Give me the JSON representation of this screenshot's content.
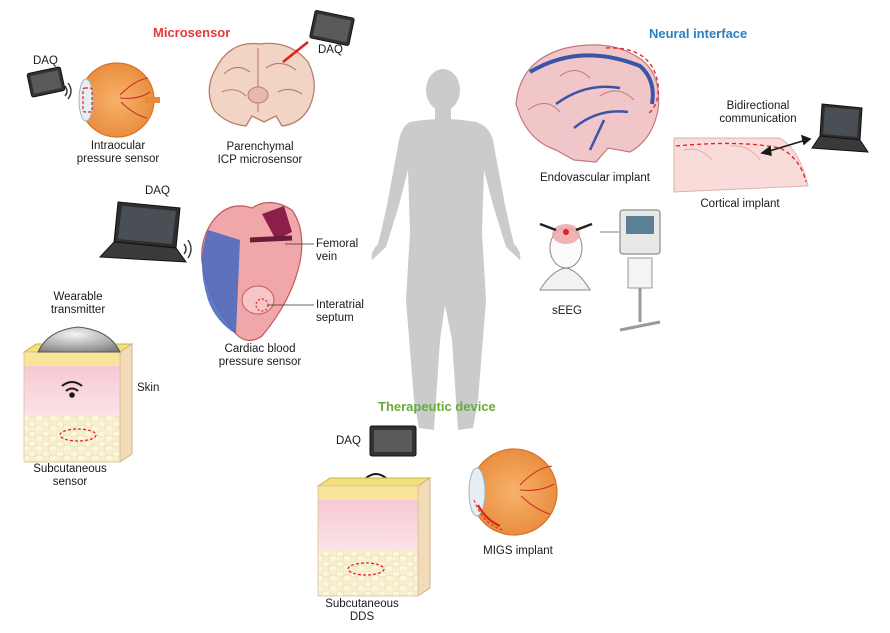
{
  "headings": {
    "microsensor": "Microsensor",
    "neural_interface": "Neural interface",
    "therapeutic_device": "Therapeutic device"
  },
  "labels": {
    "daq_eye": "DAQ",
    "daq_brain": "DAQ",
    "daq_heart": "DAQ",
    "daq_dds": "DAQ",
    "intraocular_1": "Intraocular",
    "intraocular_2": "pressure sensor",
    "parenchymal_1": "Parenchymal",
    "parenchymal_2": "ICP microsensor",
    "femoral_1": "Femoral",
    "femoral_2": "vein",
    "interatrial_1": "Interatrial",
    "interatrial_2": "septum",
    "cardiac_1": "Cardiac blood",
    "cardiac_2": "pressure sensor",
    "wearable_1": "Wearable",
    "wearable_2": "transmitter",
    "skin": "Skin",
    "subcut_sensor_1": "Subcutaneous",
    "subcut_sensor_2": "sensor",
    "endovascular": "Endovascular implant",
    "bidirectional_1": "Bidirectional",
    "bidirectional_2": "communication",
    "cortical": "Cortical implant",
    "seeg": "sEEG",
    "migs": "MIGS implant",
    "subcut_dds_1": "Subcutaneous",
    "subcut_dds_2": "DDS"
  },
  "colors": {
    "microsensor": "#e23a3a",
    "neural_interface": "#2a7fc1",
    "therapeutic_device": "#6aaa3a",
    "body_silhouette": "#c9cbcc",
    "sensor_outline": "#e02020"
  }
}
